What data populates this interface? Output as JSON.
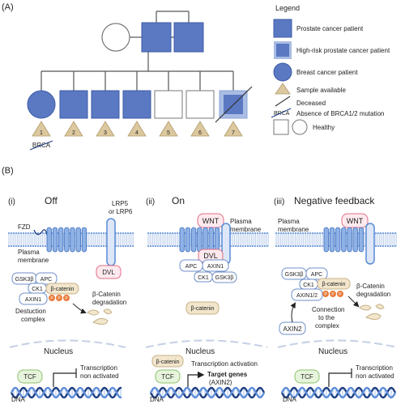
{
  "panels": {
    "a": "(A)",
    "b": "(B)"
  },
  "colors": {
    "patient": "#5b79c2",
    "patient_stroke": "#3e5ba7",
    "highrisk_border": "#a9bde4",
    "sample": "#dcc89f",
    "sample_stroke": "#b09a6a",
    "healthy": "#ffffff",
    "membrane_blue": "#5a8cd6",
    "protein_stroke": "#6f8fc8",
    "pink": "#e16f86",
    "beige": "#f2e6cc",
    "green": "#bfe0a8",
    "phospho": "#e87b3a",
    "dna_dark": "#1f3f82",
    "dna_light": "#5d8cd8"
  },
  "pedigree": {
    "legend": {
      "title": "Legend",
      "items": [
        {
          "label": "Prostate cancer patient"
        },
        {
          "label": "High-risk prostate cancer patient"
        },
        {
          "label": "Breast cancer patient"
        },
        {
          "label": "Sample available"
        },
        {
          "label": "Deceased"
        },
        {
          "label": "Absence of BRCA1/2 mutation",
          "icon_text": "BRCA"
        },
        {
          "label": "Healthy"
        }
      ]
    },
    "individuals": [
      {
        "number": "1",
        "brca": "BRCA"
      },
      {
        "number": "2"
      },
      {
        "number": "3"
      },
      {
        "number": "4"
      },
      {
        "number": "5"
      },
      {
        "number": "6"
      },
      {
        "number": "7"
      }
    ]
  },
  "wnt": {
    "off": {
      "numeral": "(i)",
      "title": "Off",
      "lrp": [
        "LRP5",
        "or LRP6"
      ],
      "fzd": "FZD",
      "membrane": [
        "Plasma",
        "membrane"
      ],
      "dvl": "DVL",
      "complex": {
        "gsk": "GSK3β",
        "apc": "APC",
        "ck1": "CK1",
        "axin": "AXIN1",
        "bcat": "β-catenin",
        "p": "P"
      },
      "complex_label": [
        "Destuction",
        "complex"
      ],
      "degradation": [
        "β-Catenin",
        "degradation"
      ],
      "nucleus": "Nucleus",
      "tcf": "TCF",
      "transcription": [
        "Transcription",
        "non activated"
      ],
      "dna": "DNA"
    },
    "on": {
      "numeral": "(ii)",
      "title": "On",
      "wnt": "WNT",
      "membrane": [
        "Plasma",
        "membrane"
      ],
      "dvl": "DVL",
      "apc": "APC",
      "axin": "AXIN1",
      "ck1": "CK1",
      "gsk": "GSK3β",
      "bcat_free": "β-catenin",
      "nucleus": "Nucleus",
      "bcat_nuc": "β-catenin",
      "tcf": "TCF",
      "transcription": [
        "Transcription activation",
        "Target genes",
        "(AXIN2)"
      ],
      "dna": "DNA"
    },
    "feedback": {
      "numeral": "(iii)",
      "title": "Negative feedback",
      "wnt": "WNT",
      "membrane": [
        "Plasma",
        "membrane"
      ],
      "complex": {
        "gsk": "GSK3β",
        "apc": "APC",
        "ck1": "CK1",
        "axin": "AXIN1/2",
        "bcat": "β-catenin",
        "p": "P"
      },
      "degradation": [
        "β-Catenin",
        "degradation"
      ],
      "axin2": "AXIN2",
      "connection": [
        "Connection",
        "to the",
        "complex"
      ],
      "nucleus": "Nucleus",
      "tcf": "TCF",
      "transcription": [
        "Transcription",
        "non activated"
      ],
      "dna": "DNA"
    }
  }
}
